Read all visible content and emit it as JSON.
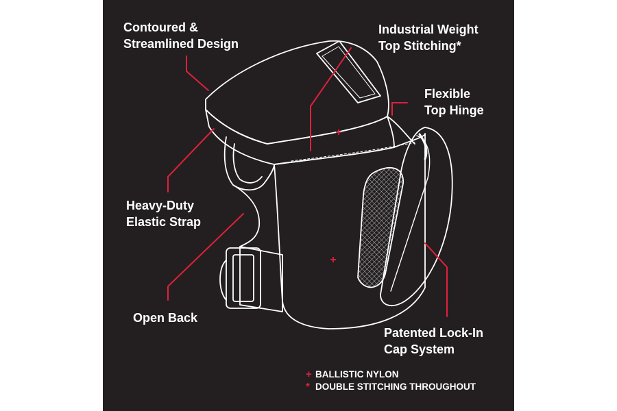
{
  "callouts": {
    "contoured": [
      "Contoured &",
      "Streamlined Design"
    ],
    "stitching": [
      "Industrial Weight",
      "Top Stitching*"
    ],
    "hinge": [
      "Flexible",
      "Top Hinge"
    ],
    "strap": [
      "Heavy-Duty",
      "Elastic Strap"
    ],
    "open_back": [
      "Open Back"
    ],
    "cap": [
      "Patented Lock-In",
      "Cap System"
    ]
  },
  "legend": {
    "nylon": {
      "symbol": "+",
      "text": "BALLISTIC NYLON"
    },
    "double": {
      "symbol": "*",
      "text": "DOUBLE STITCHING THROUGHOUT"
    }
  },
  "colors": {
    "background": "#231f20",
    "accent": "#e0203c",
    "outline": "#ffffff"
  }
}
